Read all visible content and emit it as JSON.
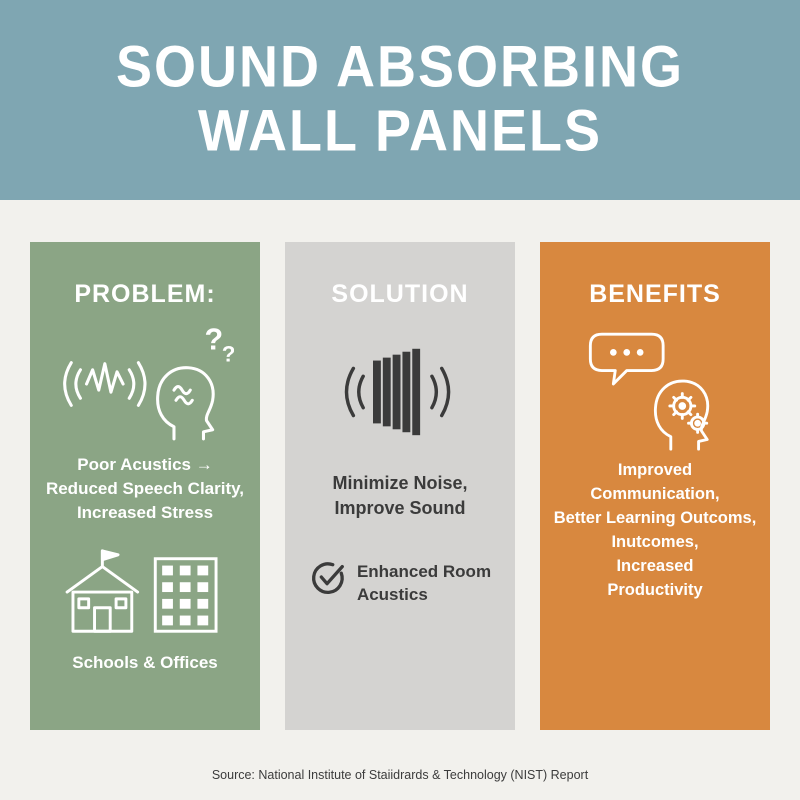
{
  "page": {
    "background": "#F2F1ED"
  },
  "header": {
    "bg": "#7FA6B2",
    "title_line1": "SOUND ABSORBING",
    "title_line2": "WALL PANELS"
  },
  "cards": {
    "problem": {
      "bg": "#8BA585",
      "heading": "PROBLEM:",
      "icons": [
        "sound-wave-icon",
        "stressed-head-icon",
        "school-building-icon",
        "office-building-icon"
      ],
      "question_mark": "?",
      "body_line1": "Poor Acustics →",
      "body_line2": "Reduced Speech Clarity,",
      "body_line3": "Increased Stress",
      "caption": "Schools & Offices"
    },
    "solution": {
      "bg": "#D4D3D1",
      "heading": "SOLUTION",
      "icons": [
        "acoustic-panel-sound-waves-icon",
        "checkmark-circle-icon"
      ],
      "body_line1": "Minimize Noise,",
      "body_line2": "Improve Sound",
      "check_line1": "Enhanced Room",
      "check_line2": "Acustics"
    },
    "benefits": {
      "bg": "#D8883F",
      "heading": "BENEFITS",
      "icons": [
        "speech-bubble-icon",
        "head-gears-icon"
      ],
      "body_line1": "Improved",
      "body_line2": "Communication,",
      "body_line3": "Better Learning Outcoms,",
      "body_line4": "Inutcomes,",
      "body_line5": "Increased",
      "body_line6": "Productivity"
    }
  },
  "footer": {
    "source": "Source: National Institute of Staiidrards & Technology (NIST) Report"
  },
  "colors": {
    "header_teal": "#7FA6B2",
    "problem_green": "#8BA585",
    "solution_gray": "#D4D3D1",
    "benefits_orange": "#D8883F",
    "dark_text": "#3B3B3B",
    "white": "#FFFFFF"
  }
}
